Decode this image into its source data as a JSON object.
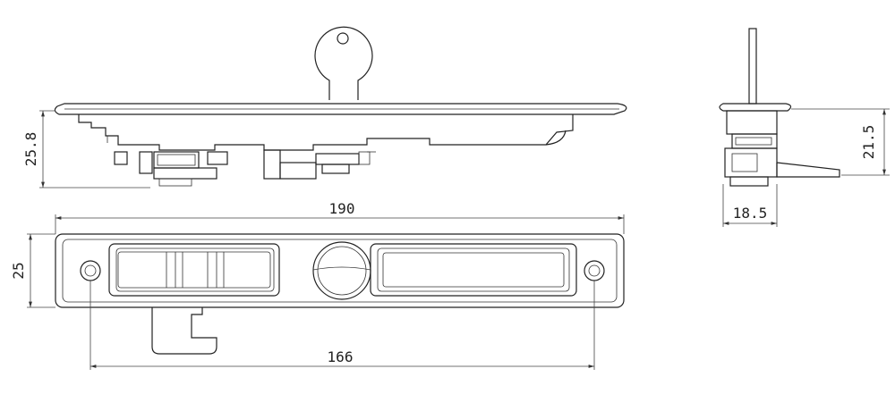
{
  "dimensions": {
    "front_height": "25.8",
    "overall_length": "190",
    "plate_height": "25",
    "hole_spacing": "166",
    "side_height": "21.5",
    "side_depth": "18.5"
  }
}
